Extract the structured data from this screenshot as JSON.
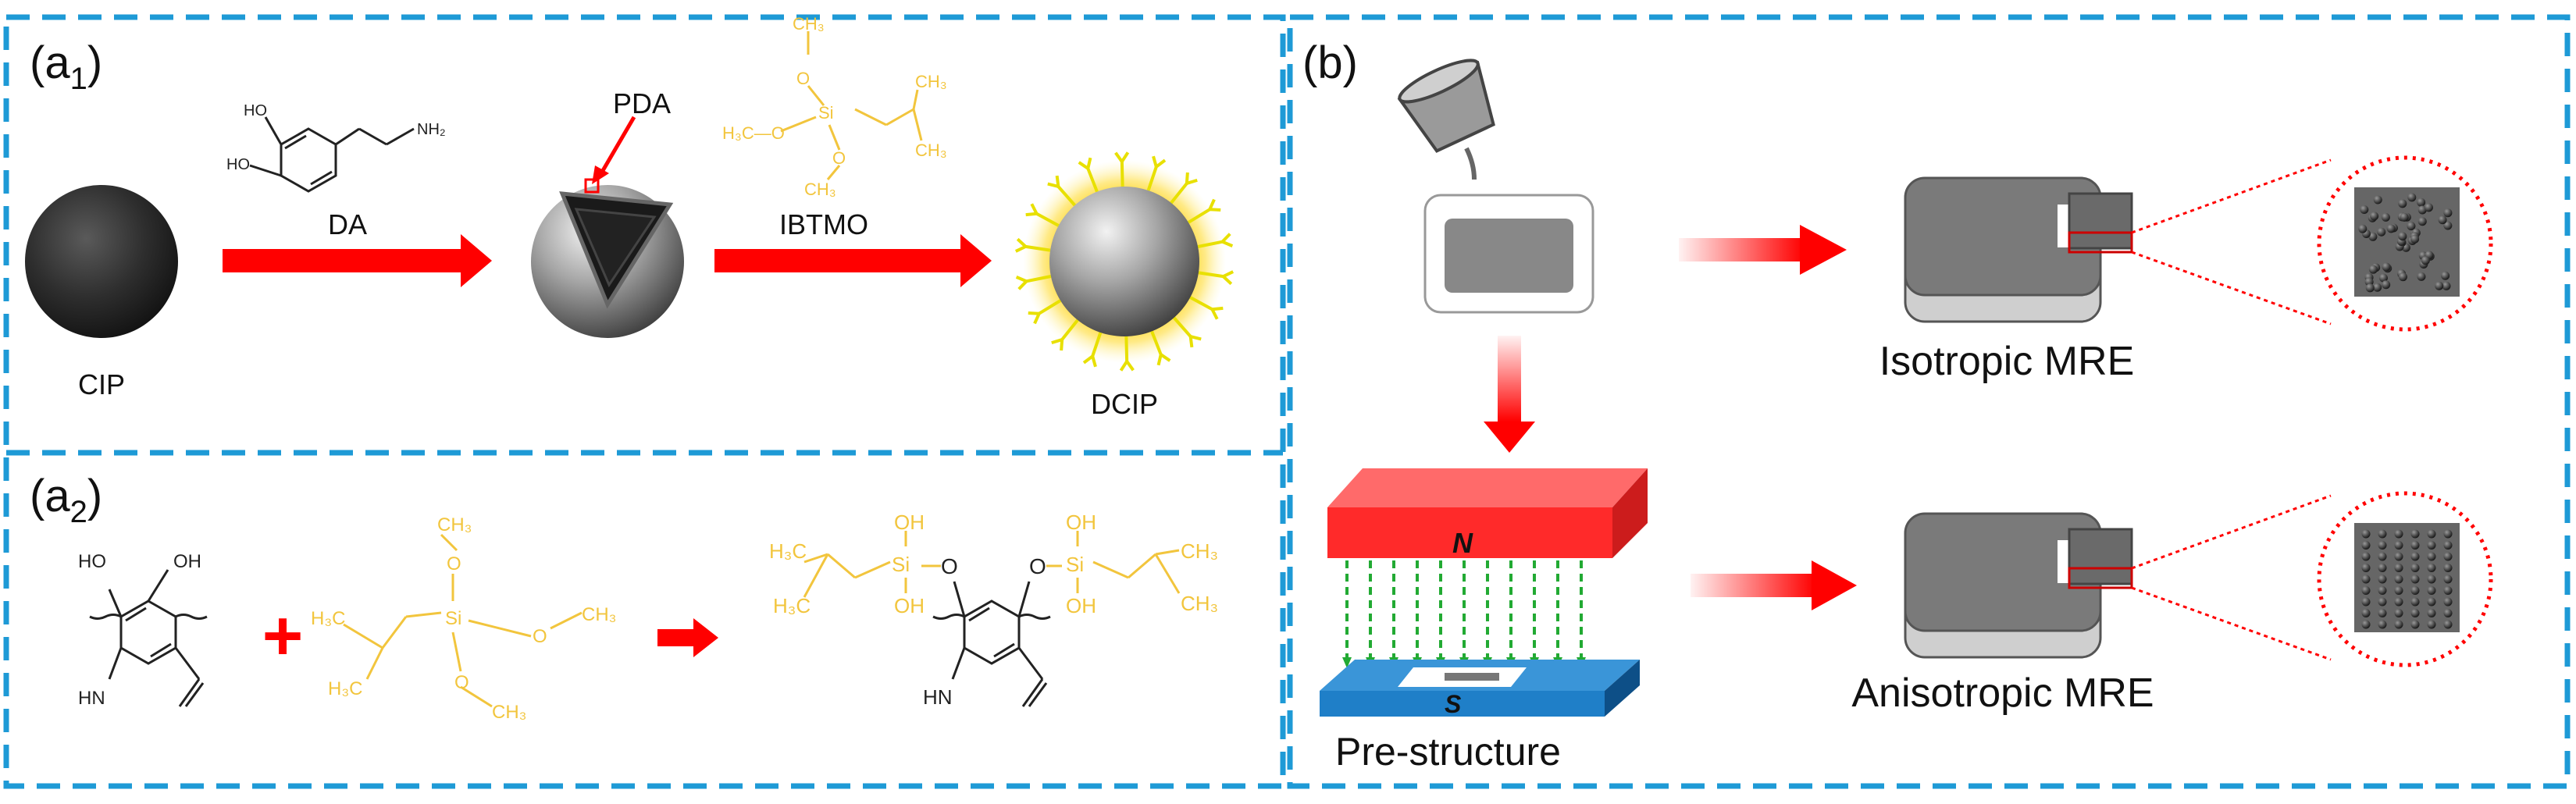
{
  "panel_a1": {
    "label_main": "(a",
    "label_sub": "1",
    "label_close": ")"
  },
  "panel_a2": {
    "label_main": "(a",
    "label_sub": "2",
    "label_close": ")"
  },
  "panel_b": {
    "label": "(b)"
  },
  "a1": {
    "cip": "CIP",
    "da": "DA",
    "pda": "PDA",
    "ibtmo": "IBTMO",
    "dcip": "DCIP",
    "da_struct": {
      "ho1": "HO",
      "ho2": "HO",
      "nh2": "NH₂"
    },
    "ibtmo_struct": {
      "ch3_top": "CH₃",
      "h3co": "H₃C—O",
      "si": "Si",
      "o_top": "O",
      "o_bot": "O",
      "ch3_bot": "CH₃",
      "ch3_r1": "CH₃",
      "ch3_r2": "CH₃"
    }
  },
  "a2": {
    "plus": "+",
    "pda_struct": {
      "oh1": "OH",
      "ho1": "HO",
      "hn": "HN"
    },
    "silane_struct": {
      "ch3_top": "CH₃",
      "o1": "O",
      "h3c": "H₃C",
      "si": "Si",
      "o2": "O",
      "ch3_r": "CH₃",
      "o3": "O",
      "ch3_b": "CH₃",
      "h3c_b": "H₃C"
    },
    "product_struct": {
      "oh_a": "OH",
      "oh_b": "OH",
      "oh_c": "OH",
      "oh_d": "OH",
      "si_l": "Si",
      "si_r": "Si",
      "o_l": "O",
      "o_r": "O",
      "h3c_l1": "H₃C",
      "h3c_l2": "H₃C",
      "ch3_r1": "CH₃",
      "ch3_r2": "CH₃",
      "hn": "HN"
    }
  },
  "b": {
    "magnet_n": "N",
    "magnet_s": "S",
    "pre_structure": "Pre-structure",
    "isotropic": "Isotropic MRE",
    "anisotropic": "Anisotropic MRE"
  },
  "colors": {
    "border": "#1e9ad6",
    "arrow_red": "#ff0000",
    "chem_yellow": "#f2c53d",
    "magnet_red": "#ff2a2a",
    "magnet_blue": "#1f7fc8",
    "field_green": "#22aa33"
  }
}
